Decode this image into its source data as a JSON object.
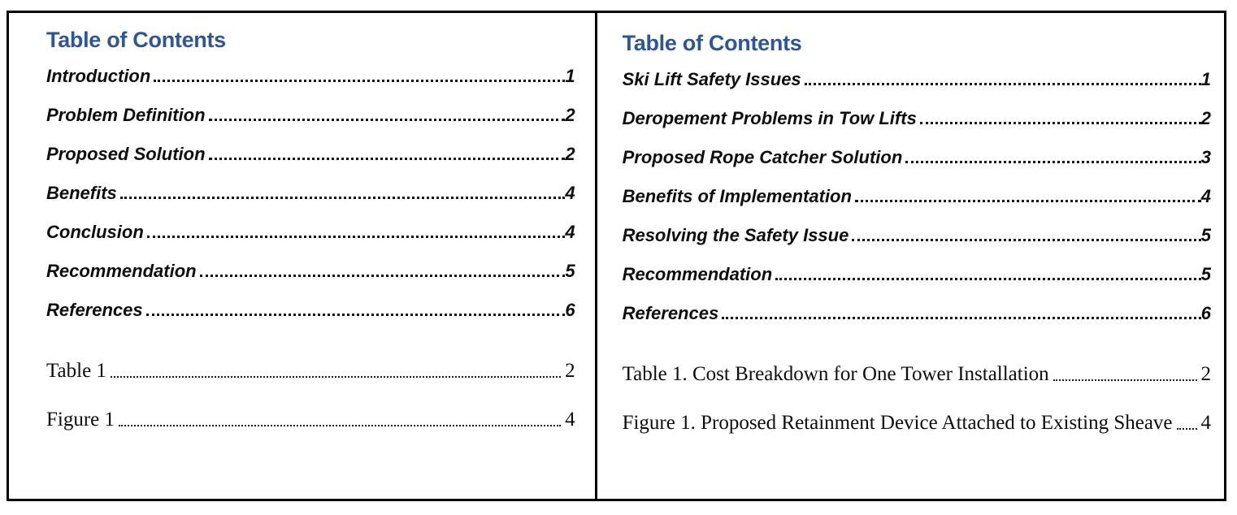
{
  "accent_color": "#2E5697",
  "left": {
    "heading": "Table of Contents",
    "entries": [
      {
        "label": "Introduction",
        "page": "1"
      },
      {
        "label": "Problem Definition",
        "page": "2"
      },
      {
        "label": "Proposed Solution",
        "page": "2"
      },
      {
        "label": "Benefits",
        "page": "4"
      },
      {
        "label": "Conclusion",
        "page": "4"
      },
      {
        "label": "Recommendation",
        "page": "5"
      },
      {
        "label": "References",
        "page": "6"
      }
    ],
    "captions": [
      {
        "label": "Table 1",
        "page": "2"
      },
      {
        "label": "Figure 1",
        "page": "4"
      }
    ]
  },
  "right": {
    "heading": "Table of Contents",
    "entries": [
      {
        "label": "Ski Lift Safety Issues",
        "page": "1"
      },
      {
        "label": "Deropement Problems in Tow Lifts",
        "page": "2"
      },
      {
        "label": "Proposed Rope Catcher Solution",
        "page": "3"
      },
      {
        "label": "Benefits of Implementation",
        "page": "4"
      },
      {
        "label": "Resolving the Safety Issue",
        "page": "5"
      },
      {
        "label": "Recommendation",
        "page": "5"
      },
      {
        "label": "References",
        "page": "6"
      }
    ],
    "captions": [
      {
        "label": "Table 1. Cost Breakdown for One Tower Installation",
        "page": "2"
      },
      {
        "label": "Figure 1. Proposed Retainment Device Attached to Existing Sheave",
        "page": "4"
      }
    ]
  }
}
